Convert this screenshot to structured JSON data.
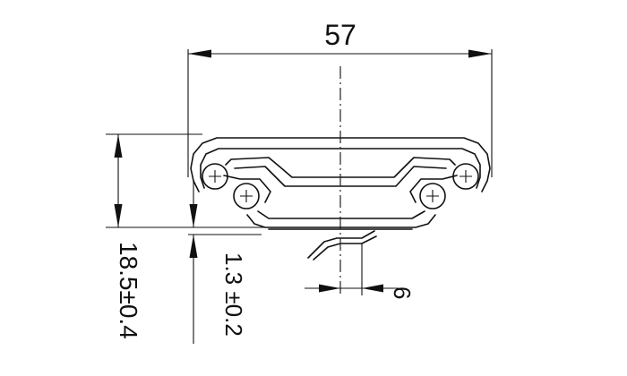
{
  "dimensions": {
    "width_label": "57",
    "height_label": "18.5±0.4",
    "thickness_label": "1.3 ±0.2",
    "offset_label": "6"
  }
}
